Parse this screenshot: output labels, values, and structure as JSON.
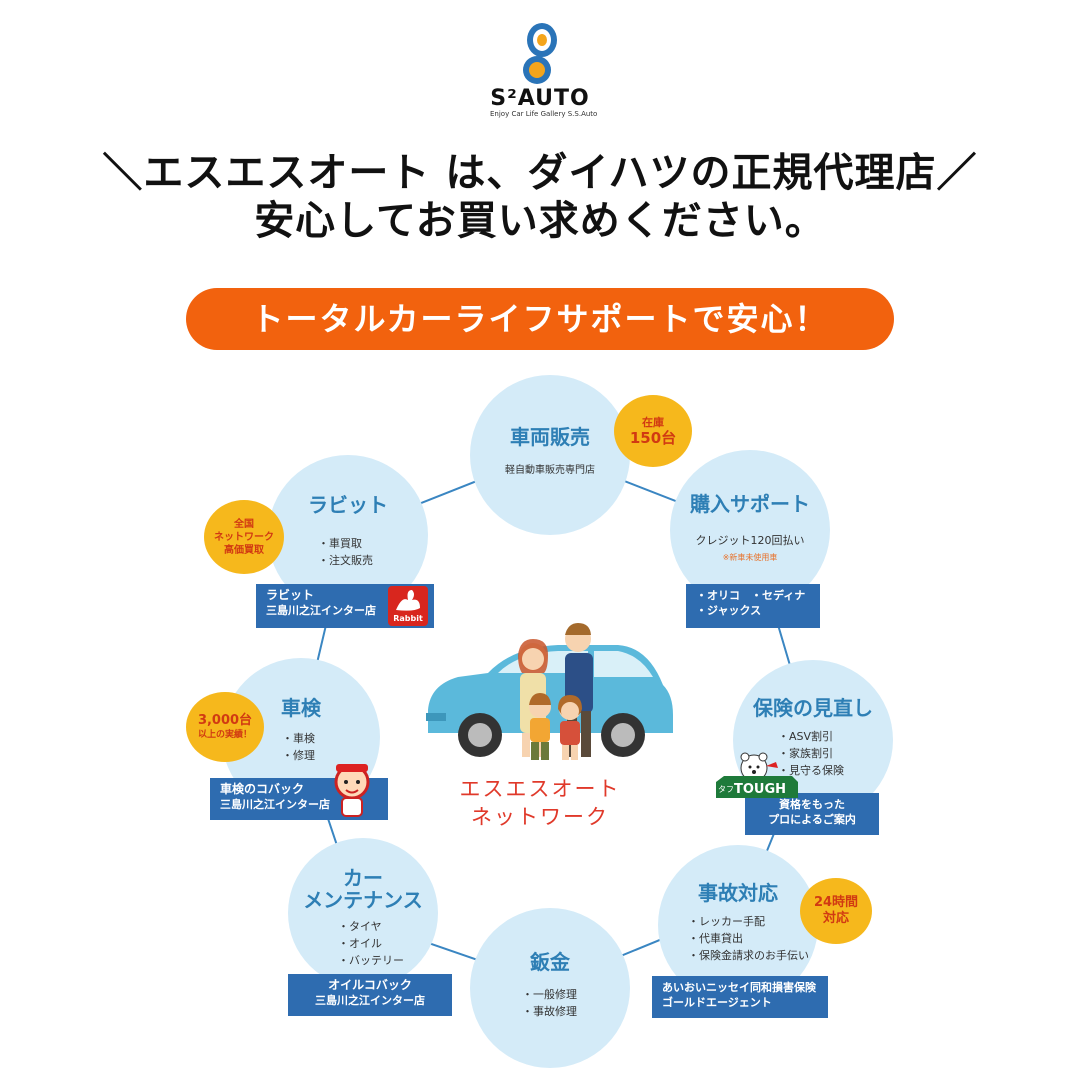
{
  "logo": {
    "text": "S²AUTO",
    "tagline": "Enjoy Car Life Gallery S.S.Auto"
  },
  "headline": {
    "line1": "＼エスエスオート は、ダイハツの正規代理店／",
    "line2": "安心してお買い求めください。"
  },
  "banner": {
    "text": "トータルカーライフサポートで安心！"
  },
  "colors": {
    "orange": "#f2620e",
    "circle": "#d4ebf8",
    "title_blue": "#2e7fb5",
    "box_blue": "#2e6cb0",
    "badge": "#f6b81c",
    "center_red": "#e0392a"
  },
  "center": {
    "line1": "エスエスオート",
    "line2": "ネットワーク"
  },
  "services": {
    "sales": {
      "title": "車両販売",
      "sub": "軽自動車販売専門店",
      "badge": [
        "在庫",
        "150台"
      ]
    },
    "purchase_support": {
      "title": "購入サポート",
      "sub": "クレジット120回払い",
      "note": "※新車未使用車",
      "box": [
        "・オリコ　・セディナ",
        "・ジャックス"
      ]
    },
    "insurance": {
      "title": "保険の見直し",
      "items": [
        "・ASV割引",
        "・家族割引",
        "・見守る保険"
      ],
      "box": [
        "資格をもった",
        "プロによるご案内"
      ],
      "logo_text": "TOUGH",
      "logo_prefix": "タフ"
    },
    "accident": {
      "title": "事故対応",
      "items": [
        "・レッカー手配",
        "・代車貸出",
        "・保険金請求のお手伝い"
      ],
      "badge": [
        "24時間",
        "対応"
      ],
      "box": [
        "あいおいニッセイ同和損害保険",
        "ゴールドエージェント"
      ]
    },
    "sheet_metal": {
      "title": "鈑金",
      "items": [
        "・一般修理",
        "・事故修理"
      ]
    },
    "maintenance": {
      "title_line1": "カー",
      "title_line2": "メンテナンス",
      "items": [
        "・タイヤ",
        "・オイル",
        "・バッテリー"
      ],
      "box": [
        "オイルコバック",
        "三島川之江インター店"
      ]
    },
    "inspection": {
      "title": "車検",
      "items": [
        "・車検",
        "・修理"
      ],
      "badge": [
        "3,000台",
        "以上の実績！"
      ],
      "box": [
        "車検のコバック",
        "三島川之江インター店"
      ]
    },
    "rabbit": {
      "title": "ラビット",
      "items": [
        "・車買取",
        "・注文販売"
      ],
      "badge": [
        "全国",
        "ネットワーク",
        "高価買取"
      ],
      "box": [
        "ラビット",
        "三島川之江インター店"
      ],
      "logo_text": "Rabbit"
    }
  }
}
